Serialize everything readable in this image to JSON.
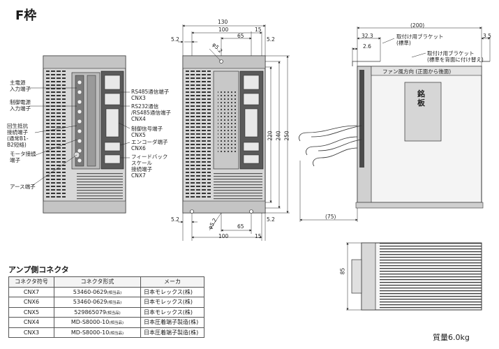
{
  "title": "F枠",
  "front_labels": {
    "main_power": "主電源\n入力端子",
    "control_power": "制御電源\n入力端子",
    "regen": "回生抵抗\n接続端子\n(通常B1-\nB2短絡)",
    "motor": "モータ接続\n端子",
    "earth": "アース端子",
    "rs485": "RS485通信端子\nCNX3",
    "rs232": "RS232通信\n/RS485通信端子\nCNX4",
    "ctrl_signal": "制御信号端子\nCNX5",
    "encoder": "エンコーダ端子\nCNX6",
    "feedback": "フィードバック\nスケール\n接続端子\nCNX7"
  },
  "dims": {
    "d130": "130",
    "d100_top": "100",
    "d65_top": "65",
    "d15_top": "15",
    "d52_tl": "5.2",
    "d52_tr": "5.2",
    "phi52_top": "φ5.2",
    "d220": "220",
    "d240": "240",
    "d250": "250",
    "d52_bl": "5.2",
    "d52_br": "5.2",
    "phi52_bot": "φ5.2",
    "d65_bot": "65",
    "d100_bot": "100",
    "d15_bot": "15",
    "d200": "(200)",
    "d323": "32.3",
    "d26": "2.6",
    "d35": "3.5",
    "d75": "(75)",
    "d85": "85"
  },
  "side_labels": {
    "bracket_std": "取付け用ブラケット\n(標準)",
    "bracket_back": "取付け用ブラケット\n(標準を背面に付け替え)",
    "fan_dir": "ファン風方向 (正面から後面)",
    "nameplate": "銘\n板"
  },
  "connector_table": {
    "title": "アンプ側コネクタ",
    "headers": [
      "コネクタ符号",
      "コネクタ形式",
      "メーカ"
    ],
    "rows": [
      {
        "code": "CNX7",
        "type": "53460-0629",
        "note": "(相当品)",
        "maker": "日本モレックス(株)"
      },
      {
        "code": "CNX6",
        "type": "53460-0629",
        "note": "(相当品)",
        "maker": "日本モレックス(株)"
      },
      {
        "code": "CNX5",
        "type": "529865079",
        "note": "(相当品)",
        "maker": "日本モレックス(株)"
      },
      {
        "code": "CNX4",
        "type": "MD-S8000-10",
        "note": "(相当品)",
        "maker": "日本圧着端子製造(株)"
      },
      {
        "code": "CNX3",
        "type": "MD-S8000-10",
        "note": "(相当品)",
        "maker": "日本圧着端子製造(株)"
      }
    ]
  },
  "mass": "質量6.0kg"
}
